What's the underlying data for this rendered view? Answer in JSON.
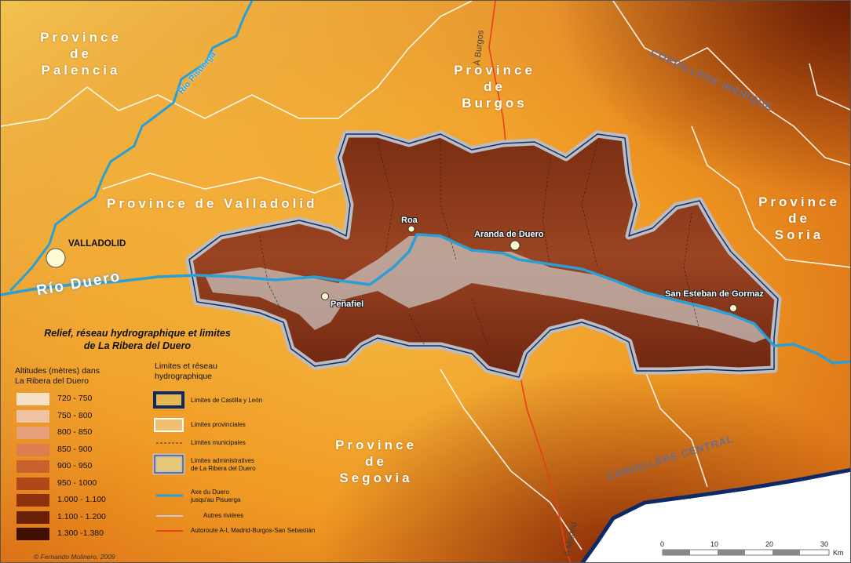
{
  "provinces": {
    "palencia": [
      "Province",
      "de",
      "Palencia"
    ],
    "burgos": [
      "Province",
      "de",
      "Burgos"
    ],
    "valladolid": "Province de Valladolid",
    "soria": [
      "Province",
      "de",
      "Soria"
    ],
    "segovia": [
      "Province",
      "de",
      "Segovia"
    ]
  },
  "mountains": {
    "iberique": "CORDILLÈRE IBÉRIQUE",
    "central": "CORDILLÈRE CENTRAL"
  },
  "rivers": {
    "pisuerga": "Río Pisuerga",
    "duero": "Río Duero"
  },
  "roads": {
    "burgos": "À Burgos",
    "madrid": "À Madrid"
  },
  "cities": {
    "valladolid": "VALLADOLID",
    "roa": "Roa",
    "aranda": "Aranda de Duero",
    "penafiel": "Peñafiel",
    "san_esteban": "San Esteban de Gormaz"
  },
  "legend": {
    "title_line1": "Relief, réseau hydrographique et limites",
    "title_line2": "de La Ribera del Duero",
    "altitude_heading": [
      "Altitudes (mètres) dans",
      "La Ribera del Duero"
    ],
    "altitude_classes": [
      {
        "label": "720 - 750",
        "color": "#f6e0c8"
      },
      {
        "label": "750 - 800",
        "color": "#efc2a2"
      },
      {
        "label": "800 - 850",
        "color": "#e8a07a"
      },
      {
        "label": "850 - 900",
        "color": "#dc7e50"
      },
      {
        "label": "900 - 950",
        "color": "#c9612e"
      },
      {
        "label": "950 - 1000",
        "color": "#b04718"
      },
      {
        "label": "1.000 - 1.100",
        "color": "#8e300c"
      },
      {
        "label": "1.100 - 1.200",
        "color": "#6a2006"
      },
      {
        "label": "1.300 -1.380",
        "color": "#3e1002"
      }
    ],
    "limits_heading": [
      "Limites et réseau",
      "hydrographique"
    ],
    "limits_items": [
      [
        "Limites de Castilla y León"
      ],
      [
        "Limites provinciales"
      ],
      [
        "Limites municipales"
      ],
      [
        "Limites administratives",
        "de La Ribera del Duero"
      ],
      [
        "Axe du Duero",
        "jusqu'au Pisuerga"
      ],
      [
        "Autres rivières"
      ],
      [
        "Autoroute A-I, Madrid-Burgos-San Sebastián"
      ]
    ]
  },
  "scale": {
    "ticks": [
      "0",
      "10",
      "20",
      "30"
    ],
    "unit": "Km"
  },
  "copyright": "© Fernando Molinero, 2009",
  "colors": {
    "river": "#2a9fd6",
    "highway": "#e8401c",
    "ribera": "#8a3a1c",
    "castilla_border": "#0e2a66"
  }
}
